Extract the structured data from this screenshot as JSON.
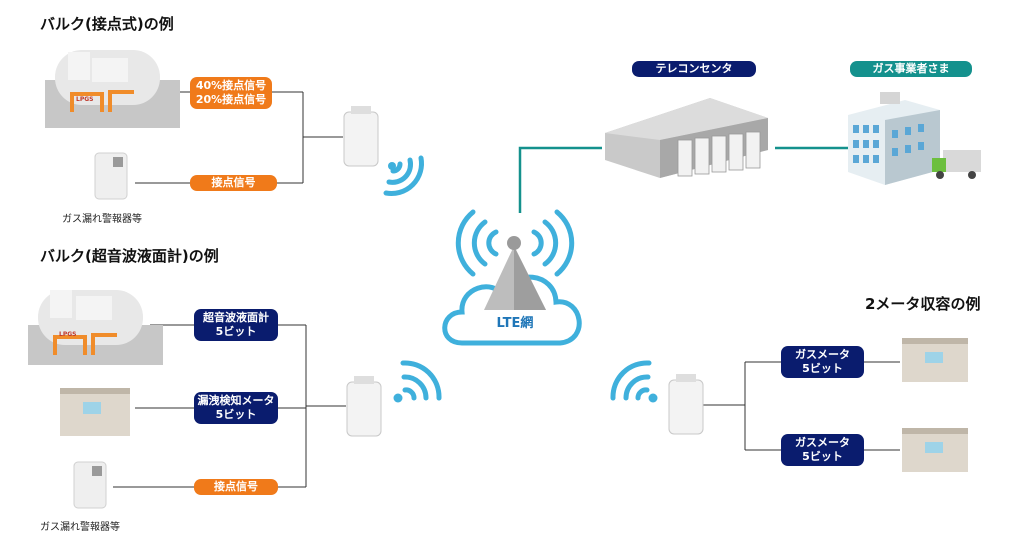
{
  "sections": {
    "bulk_contact": "バルク(接点式)の例",
    "bulk_ultrasonic": "バルク(超音波液面計)の例",
    "two_meter": "2メータ収容の例"
  },
  "bulk_contact": {
    "signal_40": "40%接点信号",
    "signal_20": "20%接点信号",
    "contact_signal": "接点信号",
    "alarm_caption": "ガス漏れ警報器等",
    "tank_label": "LPGS"
  },
  "bulk_ultrasonic": {
    "level_meter": "超音波液面計",
    "level_meter_bits": "5ビット",
    "leak_meter": "漏洩検知メータ",
    "leak_meter_bits": "5ビット",
    "contact_signal": "接点信号",
    "alarm_caption": "ガス漏れ警報器等",
    "tank_label": "LPGS"
  },
  "two_meter": {
    "gas_meter_1": "ガスメータ",
    "gas_meter_1_bits": "5ビット",
    "gas_meter_2": "ガスメータ",
    "gas_meter_2_bits": "5ビット"
  },
  "network": {
    "lte": "LTE網",
    "telecon_center": "テレコンセンタ",
    "gas_company": "ガス事業者さま"
  },
  "colors": {
    "orange": "#f07a1a",
    "navy": "#0a1c6e",
    "teal": "#14918d",
    "wave_blue": "#3fb0dc",
    "line_gray": "#333333"
  },
  "icons": [
    "lpg-tank-icon",
    "gas-alarm-icon",
    "gas-meter-icon",
    "terminal-unit-icon",
    "wireless-wave-icon",
    "lte-tower-icon",
    "cloud-icon",
    "datacenter-icon",
    "office-building-icon",
    "truck-icon"
  ]
}
